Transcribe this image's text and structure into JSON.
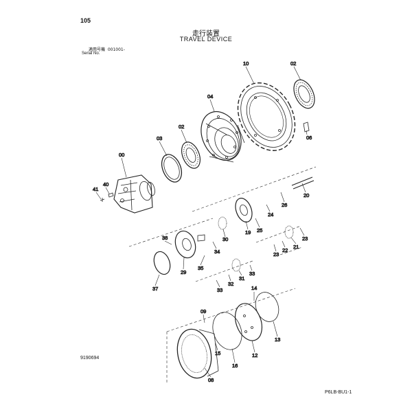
{
  "header": {
    "page_number": "105",
    "title_jp": "走行装置",
    "title_en": "TRAVEL DEVICE",
    "serial_label_jp": "適用号機",
    "serial_value": "001001-",
    "serial_label_en": "Serial No."
  },
  "footer": {
    "doc_code": "9190694",
    "fig_code": "P6LB-BU1-1"
  },
  "parts": {
    "p10": "10",
    "p02a": "02",
    "p04": "04",
    "p02b": "02",
    "p03": "03",
    "p06": "06",
    "p00": "00",
    "p40": "40",
    "p41": "41",
    "p20": "20",
    "p26": "26",
    "p25": "25",
    "p24": "24",
    "p19": "19",
    "p30": "30",
    "p38": "38",
    "p34": "34",
    "p35": "35",
    "p29": "29",
    "p37": "37",
    "p21": "21",
    "p22": "22",
    "p23a": "23",
    "p23b": "23",
    "p31": "31",
    "p32": "32",
    "p33a": "33",
    "p33b": "33",
    "p14": "14",
    "p13": "13",
    "p09": "09",
    "p12": "12",
    "p15": "15",
    "p16": "16",
    "p08": "08"
  }
}
